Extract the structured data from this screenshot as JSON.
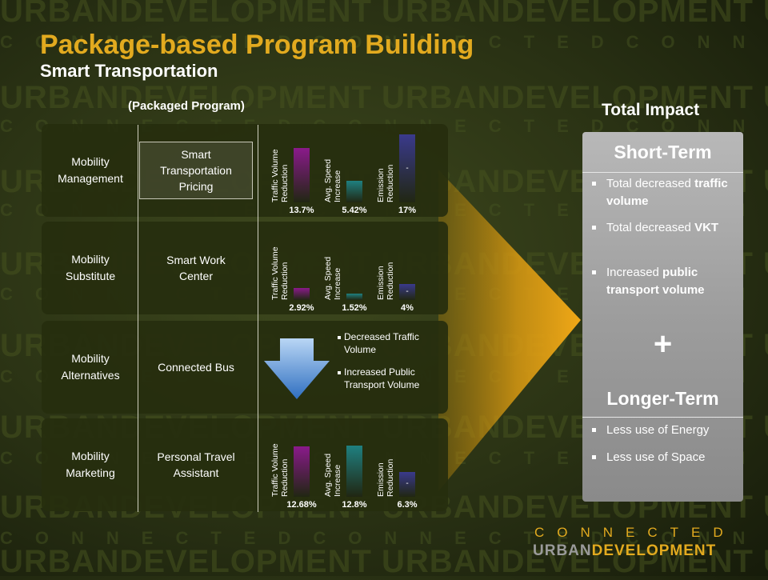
{
  "background": {
    "rows": [
      "CONNECTEDCONNECTEDCONNECTEDCONN",
      "URBANDEVELOPMENT URBANDEVELOPMENT URBANDEVELOPMENT",
      "CONNECTEDCONNECTEDCONNECTEDCONN",
      "URBANDEVELOPMENT URBANDEVELOPMENT URBANDEVELOPMENT"
    ]
  },
  "header": {
    "title": "Package-based Program Building",
    "subtitle": "Smart Transportation"
  },
  "packaged_label": "(Packaged Program)",
  "total_impact_label": "Total Impact",
  "rows": [
    {
      "category": "Mobility Management",
      "program": "Smart Transportation Pricing",
      "chart_data": {
        "type": "bar",
        "categories": [
          "Traffic Volume Reduction",
          "Avg. Speed Increase",
          "Emission Reduction"
        ],
        "values": [
          13.7,
          5.42,
          17
        ],
        "labels": [
          "13.7%",
          "5.42%",
          "17%"
        ]
      }
    },
    {
      "category": "Mobility Substitute",
      "program": "Smart Work Center",
      "chart_data": {
        "type": "bar",
        "categories": [
          "Traffic Volume Reduction",
          "Avg. Speed Increase",
          "Emission Reduction"
        ],
        "values": [
          2.92,
          1.52,
          4
        ],
        "labels": [
          "2.92%",
          "1.52%",
          "4%"
        ]
      }
    },
    {
      "category": "Mobility Alternatives",
      "program": "Connected Bus",
      "bullets": [
        "Decreased Traffic Volume",
        "Increased Public Transport Volume"
      ]
    },
    {
      "category": "Mobility Marketing",
      "program": "Personal Travel Assistant",
      "chart_data": {
        "type": "bar",
        "categories": [
          "Traffic Volume Reduction",
          "Avg. Speed Increase",
          "Emission Reduction"
        ],
        "values": [
          12.68,
          12.8,
          6.3
        ],
        "labels": [
          "12.68%",
          "12.8%",
          "6.3%"
        ]
      }
    }
  ],
  "bar_colors": [
    "#8a1a8a",
    "#1f8080",
    "#3a3a8c"
  ],
  "impact": {
    "short_term": {
      "heading": "Short-Term",
      "items": [
        {
          "pre": "Total decreased ",
          "bold": "traffic volume"
        },
        {
          "pre": "Total decreased ",
          "bold": "VKT"
        },
        {
          "pre": "Increased ",
          "bold": "public transport volume"
        }
      ]
    },
    "plus": "+",
    "longer_term": {
      "heading": "Longer-Term",
      "items": [
        "Less use of Energy",
        "Less use of Space"
      ]
    }
  },
  "logo": {
    "line1": "CONNECTED",
    "urban": "URBAN",
    "development": "DEVELOPMENT"
  }
}
